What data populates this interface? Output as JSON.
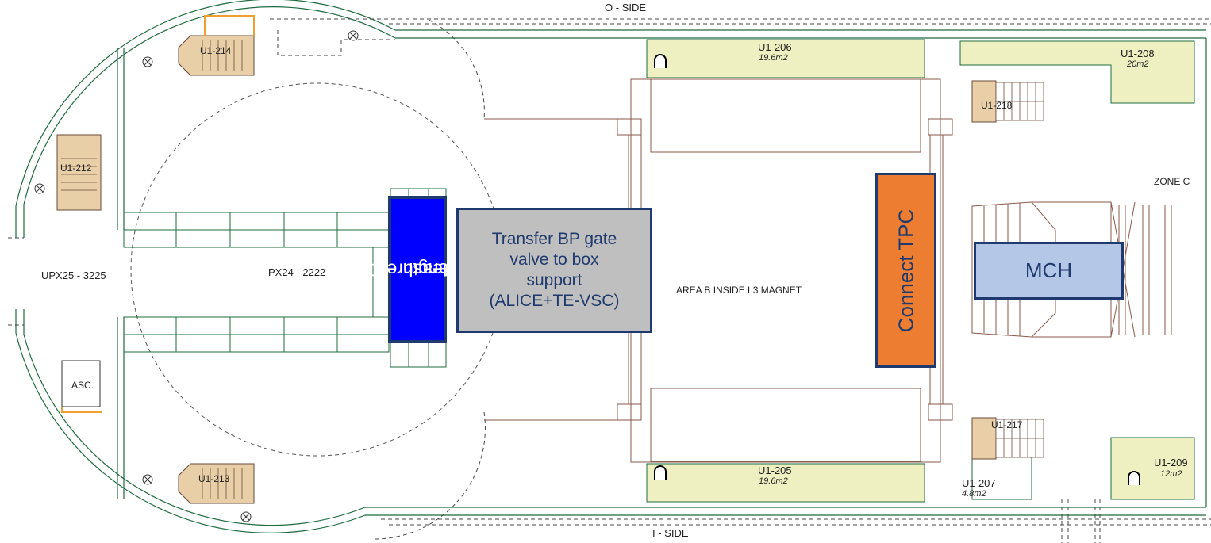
{
  "sides": {
    "top": "O - SIDE",
    "bottom": "I - SIDE"
  },
  "zones": {
    "zone_c": "ZONE C",
    "area_b": "AREA B INSIDE L3 MAGNET"
  },
  "shafts": {
    "upx25": "UPX25 - 3225",
    "px24": "PX24 - 2222"
  },
  "rooms": {
    "u1_206": {
      "name": "U1-206",
      "area": "19.6m2"
    },
    "u1_208": {
      "name": "U1-208",
      "area": "20m2"
    },
    "u1_205": {
      "name": "U1-205",
      "area": "19.6m2"
    },
    "u1_209": {
      "name": "U1-209",
      "area": "12m2"
    },
    "u1_207": {
      "name": "U1-207",
      "area": "4.8m2"
    }
  },
  "stairs": {
    "u1_214": "U1-214",
    "u1_212": "U1-212",
    "u1_213": "U1-213",
    "u1_218": "U1-218",
    "u1_217": "U1-217"
  },
  "lift": "ASC.",
  "tasks": {
    "measure": {
      "line1": "Measure OF",
      "line2": "length"
    },
    "transfer": {
      "line1": "Transfer BP gate",
      "line2": "valve to box",
      "line3": "support",
      "line4": "(ALICE+TE-VSC)"
    },
    "tpc": {
      "label": "Connect TPC"
    },
    "mch": {
      "label": "MCH"
    }
  },
  "colors": {
    "room_fill": "#eef0c2",
    "stair_fill": "#e8cfa8",
    "outline_green": "#1e6b3e",
    "outline_brown": "#8a5a4a",
    "task_blue": "#0000ff",
    "task_gray": "#bfbfbf",
    "task_orange": "#ed7d31",
    "task_lightblue": "#b4c7e7",
    "task_border": "#1f3a6e"
  }
}
